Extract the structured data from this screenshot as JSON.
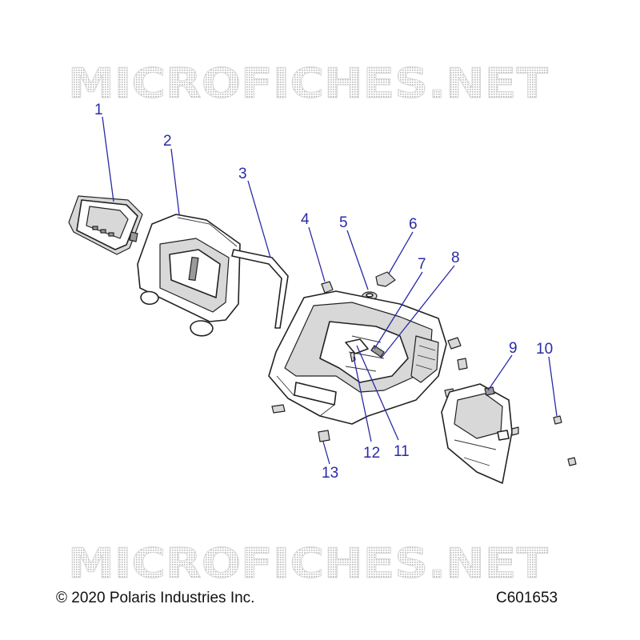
{
  "watermark": {
    "top_text": "MICROFICHES.NET",
    "bottom_text": "MICROFICHES.NET"
  },
  "callouts": [
    "1",
    "2",
    "3",
    "4",
    "5",
    "6",
    "7",
    "8",
    "9",
    "10",
    "11",
    "12",
    "13"
  ],
  "footer": {
    "copyright": "© 2020 Polaris Industries Inc.",
    "diagram_code": "C601653"
  },
  "colors": {
    "callout": "#2a2aa8",
    "line": "#222222",
    "watermark": "#cfcfcf"
  }
}
